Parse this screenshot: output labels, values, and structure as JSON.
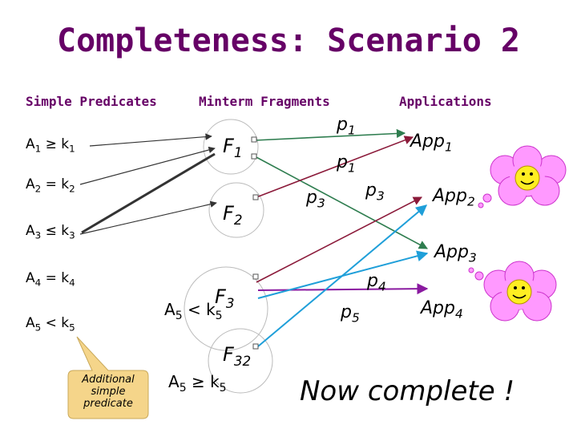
{
  "title": "Completeness: Scenario 2",
  "headers": {
    "simple_predicates": "Simple Predicates",
    "minterm_fragments": "Minterm Fragments",
    "applications": "Applications"
  },
  "predicates": [
    {
      "var": "A",
      "sub": "1",
      "op": " ≥ k",
      "ksub": "1"
    },
    {
      "var": "A",
      "sub": "2",
      "op": " = k",
      "ksub": "2"
    },
    {
      "var": "A",
      "sub": "3",
      "op": " ≤ k",
      "ksub": "3"
    },
    {
      "var": "A",
      "sub": "4",
      "op": " = k",
      "ksub": "4"
    },
    {
      "var": "A",
      "sub": "5",
      "op": " < k",
      "ksub": "5"
    }
  ],
  "fragments": {
    "f1": {
      "base": "F",
      "sub": "1"
    },
    "f2": {
      "base": "F",
      "sub": "2"
    },
    "f3": {
      "base": "F",
      "sub": "3",
      "label": "A5 < k5"
    },
    "f32": {
      "base": "F",
      "sub": "32",
      "label": "A5 ≥ k5"
    }
  },
  "apps": [
    {
      "base": "App",
      "sub": "1"
    },
    {
      "base": "App",
      "sub": "2"
    },
    {
      "base": "App",
      "sub": "3"
    },
    {
      "base": "App",
      "sub": "4"
    }
  ],
  "edge_labels": {
    "p1_top": {
      "base": "p",
      "sub": "1"
    },
    "p1_mid": {
      "base": "p",
      "sub": "1"
    },
    "p3_left": {
      "base": "p",
      "sub": "3"
    },
    "p3_right": {
      "base": "p",
      "sub": "3"
    },
    "p4": {
      "base": "p",
      "sub": "4"
    },
    "p5": {
      "base": "p",
      "sub": "5"
    }
  },
  "callout": "Additional simple predicate",
  "conclusion": "Now complete !",
  "colors": {
    "title": "#660066",
    "p1_edge": "#2e7d4f",
    "p3_edge": "#8b1a3a",
    "p4_edge": "#8a1aa0",
    "p5_edge": "#1f9fd9",
    "callout": "#f5d58a",
    "cloud": "#ff99ff",
    "smiley": "#ffee22"
  }
}
